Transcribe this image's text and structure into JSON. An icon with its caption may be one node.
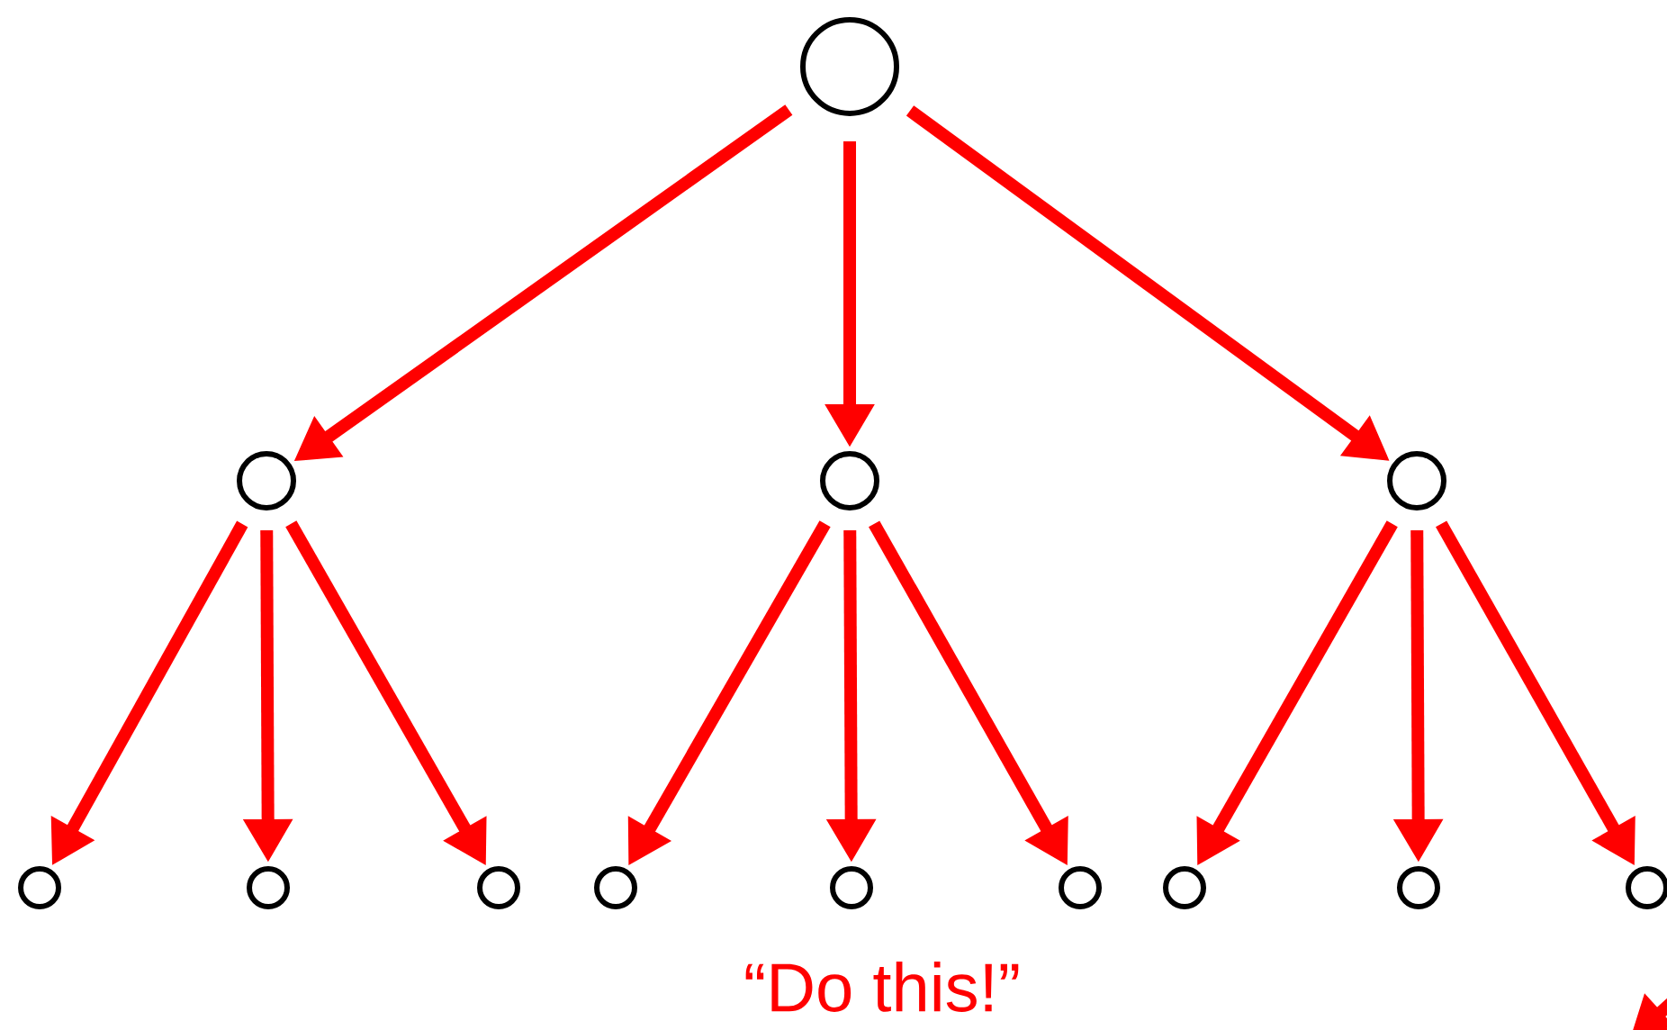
{
  "diagram": {
    "nodes": [
      {
        "text": [],
        "shape": "circle"
      },
      {
        "text": [],
        "shape": "circle"
      },
      {
        "text": [],
        "shape": "circle"
      },
      {
        "text": [],
        "shape": "circle"
      },
      {
        "text": [],
        "shape": "circle"
      },
      {
        "text": [],
        "shape": "circle"
      },
      {
        "text": [],
        "shape": "circle"
      },
      {
        "text": [],
        "shape": "circle"
      },
      {
        "text": [],
        "shape": "circle"
      },
      {
        "text": [],
        "shape": "circle"
      },
      {
        "text": [],
        "shape": "circle"
      },
      {
        "text": [],
        "shape": "circle"
      },
      {
        "text": [],
        "shape": "circle"
      }
    ],
    "edges": [
      {
        "from": 0,
        "to": 1,
        "arrow": "to"
      },
      {
        "from": 0,
        "to": 2,
        "arrow": "to"
      },
      {
        "from": 0,
        "to": 3,
        "arrow": "to"
      },
      {
        "from": 1,
        "to": 4,
        "arrow": "to"
      },
      {
        "from": 1,
        "to": 5,
        "arrow": "to"
      },
      {
        "from": 1,
        "to": 6,
        "arrow": "to"
      },
      {
        "from": 2,
        "to": 7,
        "arrow": "to"
      },
      {
        "from": 2,
        "to": 8,
        "arrow": "to"
      },
      {
        "from": 2,
        "to": 9,
        "arrow": "to"
      },
      {
        "from": 3,
        "to": 10,
        "arrow": "to"
      },
      {
        "from": 3,
        "to": 11,
        "arrow": "to"
      },
      {
        "from": 3,
        "to": 12,
        "arrow": "to"
      }
    ],
    "labels": [
      "“Do this!”"
    ]
  }
}
